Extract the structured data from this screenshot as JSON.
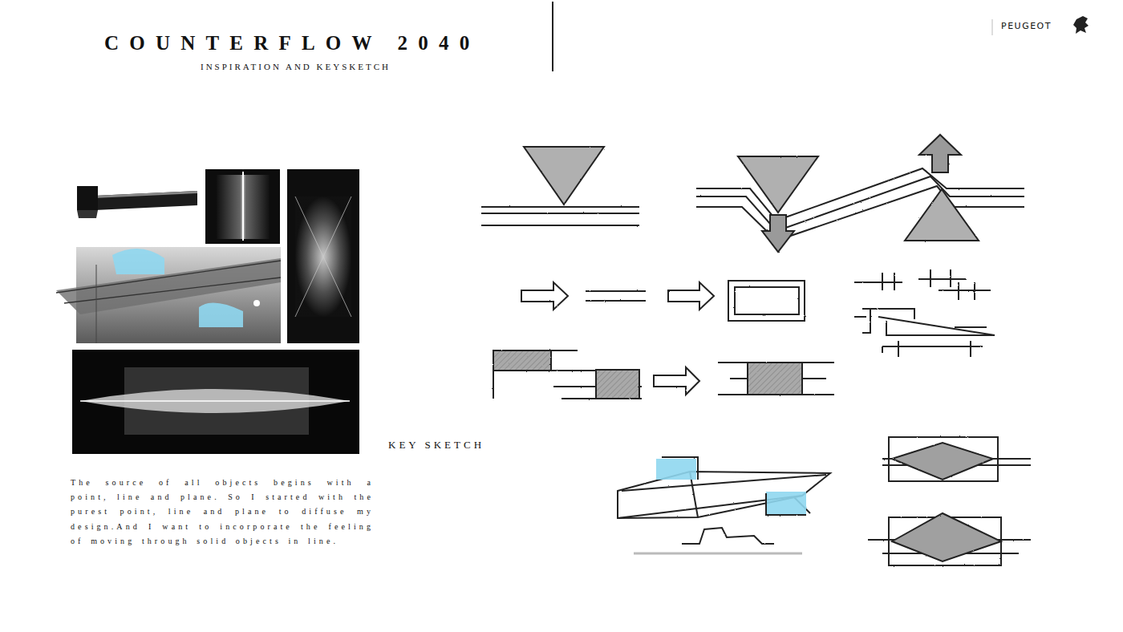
{
  "diagram": {
    "title": "COUNTERFLOW 2040",
    "labels": [
      "INSPIRATION AND KEYSKETCH",
      "PEUGEOT",
      "KEY SKETCH",
      "The source of all objects begins with a point, line and plane. So I started with the purest point, line and plane to diffuse my design.And I want to incorporate the feeling of moving through solid objects in line."
    ]
  }
}
